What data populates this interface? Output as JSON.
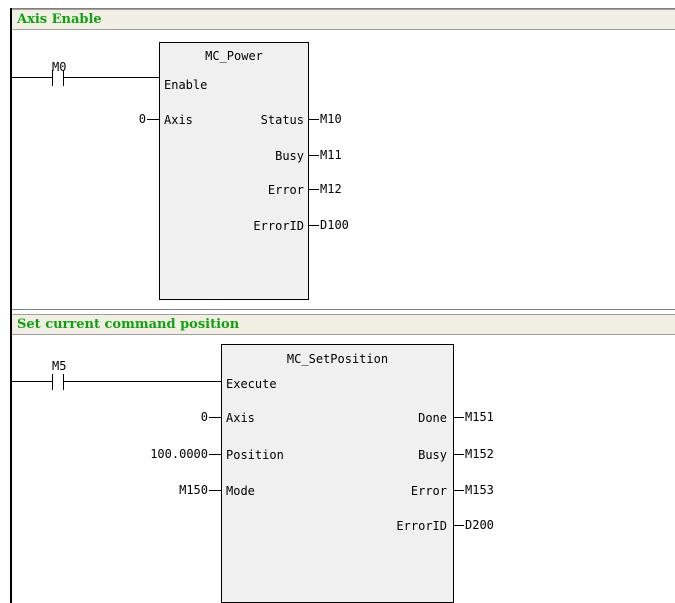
{
  "networks": [
    {
      "title": "Axis Enable",
      "contact": "M0",
      "block": {
        "name": "MC_Power",
        "inputs": [
          "Enable",
          "Axis"
        ],
        "input_values": [
          "",
          "0"
        ],
        "outputs": [
          "Status",
          "Busy",
          "Error",
          "ErrorID"
        ],
        "output_values": [
          "M10",
          "M11",
          "M12",
          "D100"
        ]
      }
    },
    {
      "title": "Set current command position",
      "contact": "M5",
      "block": {
        "name": "MC_SetPosition",
        "inputs": [
          "Execute",
          "Axis",
          "Position",
          "Mode"
        ],
        "input_values": [
          "",
          "0",
          "100.0000",
          "M150"
        ],
        "outputs": [
          "Done",
          "Busy",
          "Error",
          "ErrorID"
        ],
        "output_values": [
          "M151",
          "M152",
          "M153",
          "D200"
        ]
      }
    }
  ]
}
